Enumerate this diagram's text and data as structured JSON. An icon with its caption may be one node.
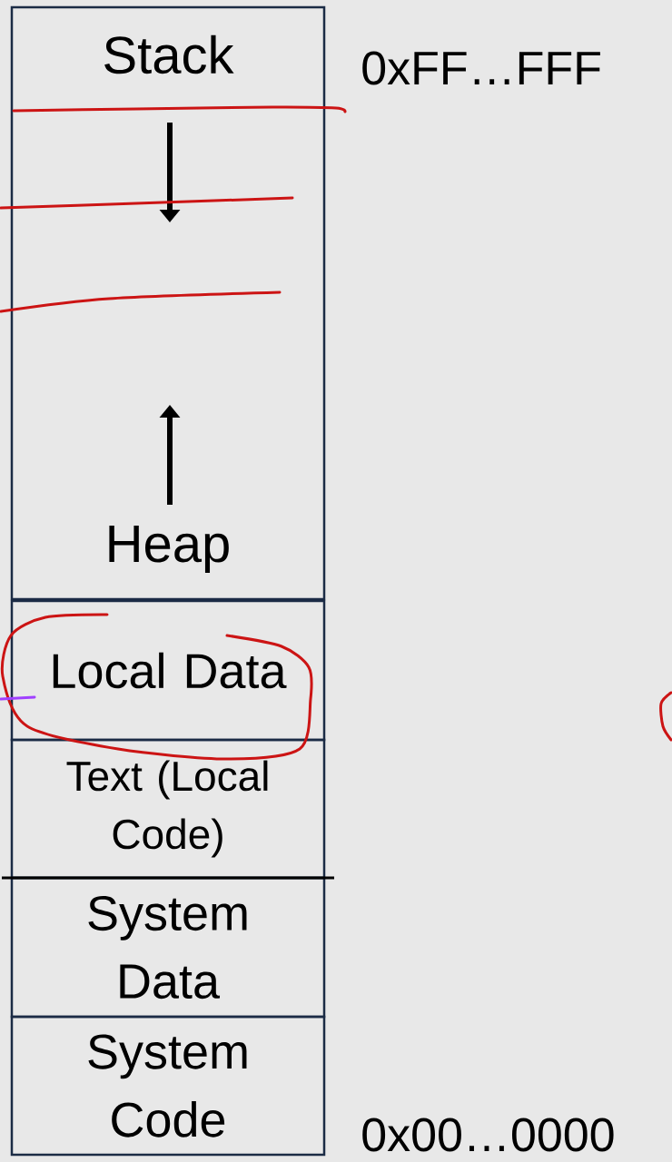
{
  "diagram": {
    "nodes": [
      {
        "text": [
          "Stack",
          "Heap"
        ]
      },
      {
        "text": [
          "Local Data"
        ]
      },
      {
        "text": [
          "Text (Local Code)"
        ]
      },
      {
        "text": [
          "System Data"
        ]
      },
      {
        "text": [
          "System Code"
        ]
      }
    ],
    "labels": [
      "0xFF…FFF",
      "0x00…0000"
    ]
  }
}
